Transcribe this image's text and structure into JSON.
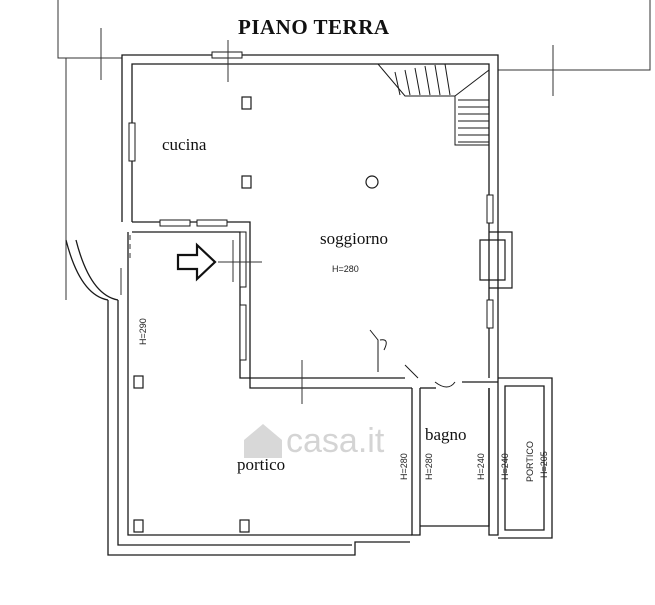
{
  "title": "PIANO TERRA",
  "rooms": {
    "cucina": "cucina",
    "soggiorno": "soggiorno",
    "soggiorno_height": "H=280",
    "portico": "portico",
    "bagno": "bagno",
    "portico_upper": "PORTICO"
  },
  "heights": {
    "left": "H=290",
    "portico_right": "H=280",
    "bagno_left": "H=280",
    "bagno_right": "H=240",
    "porch_left": "H=240",
    "porch_right": "H=205"
  },
  "watermark": "casa.it",
  "colors": {
    "line": "#1a1a1a",
    "watermark": "#d0d0d0"
  }
}
